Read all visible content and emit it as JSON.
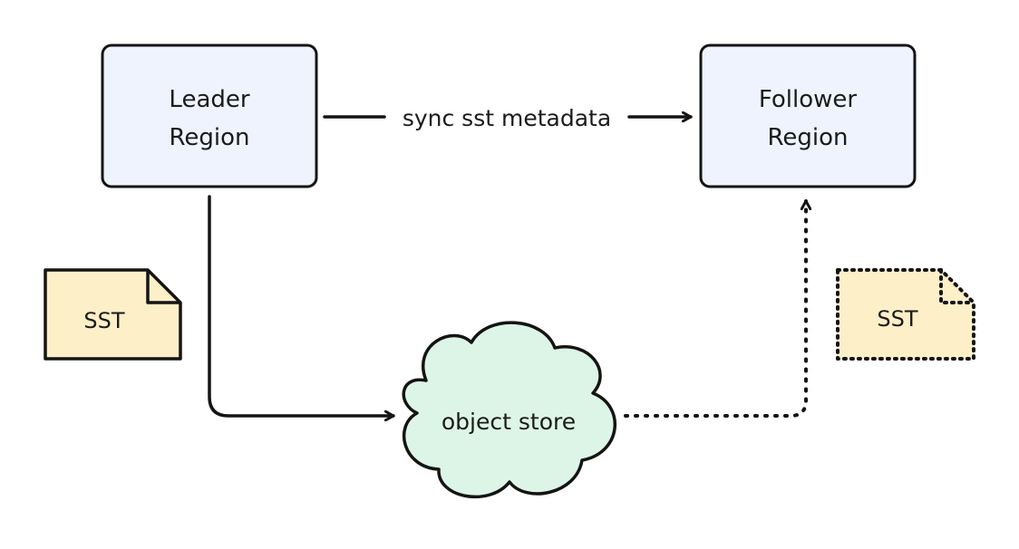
{
  "nodes": {
    "leader": {
      "line1": "Leader",
      "line2": "Region"
    },
    "follower": {
      "line1": "Follower",
      "line2": "Region"
    },
    "object_store": {
      "label": "object store"
    },
    "sst_left": {
      "label": "SST"
    },
    "sst_right": {
      "label": "SST"
    }
  },
  "edges": {
    "sync": {
      "label": "sync sst metadata"
    }
  },
  "colors": {
    "region_fill": "#EEF3FD",
    "cloud_fill": "#DDF5E6",
    "sst_fill": "#FDEFC7",
    "stroke": "#141414"
  }
}
